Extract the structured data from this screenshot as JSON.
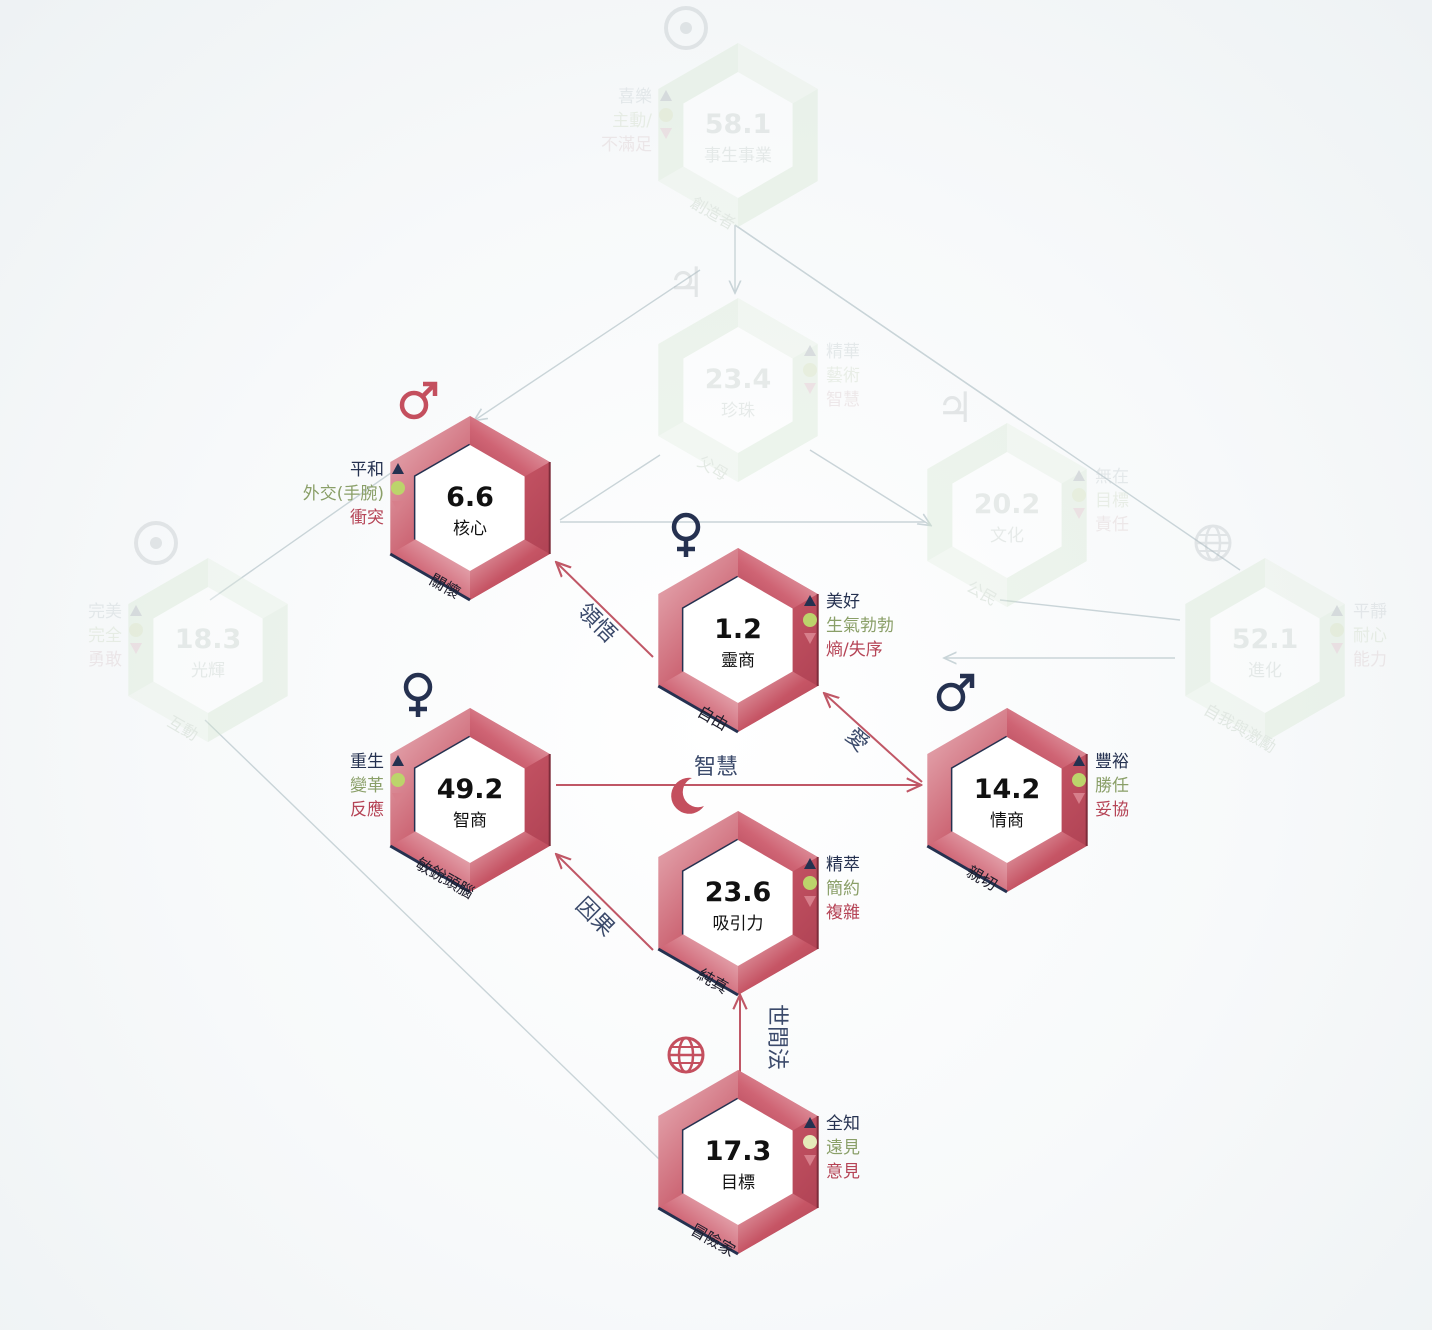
{
  "colors": {
    "frame": "#c44f5e",
    "frame_light": "#e6a9b1",
    "navy": "#253150",
    "green": "#8a9f68",
    "red": "#b54456",
    "dot_green": "#bcd46b",
    "dot_pale": "#e5ecb9",
    "arrow": "#c05766",
    "faded_green": "#d3e6cf",
    "faded_text": "#c3cdc7"
  },
  "nodes": [
    {
      "id": "core",
      "symbol": "mars",
      "value": "6.6",
      "name": "核心",
      "tag": "關懷",
      "side": {
        "up": "平和",
        "mid": "外交(手腕)",
        "down": "衝突"
      }
    },
    {
      "id": "spirit",
      "symbol": "venus",
      "value": "1.2",
      "name": "靈商",
      "tag": "自由",
      "side": {
        "up": "美好",
        "mid": "生氣勃勃",
        "down": "熵/失序"
      }
    },
    {
      "id": "iq",
      "symbol": "venus",
      "value": "49.2",
      "name": "智商",
      "tag": "敏銳頭腦",
      "side": {
        "up": "重生",
        "mid": "變革",
        "down": "反應"
      }
    },
    {
      "id": "eq",
      "symbol": "mars",
      "value": "14.2",
      "name": "情商",
      "tag": "親切",
      "side": {
        "up": "豐裕",
        "mid": "勝任",
        "down": "妥協"
      }
    },
    {
      "id": "attraction",
      "symbol": "moon",
      "value": "23.6",
      "name": "吸引力",
      "tag": "純真",
      "side": {
        "up": "精萃",
        "mid": "簡約",
        "down": "複雜"
      }
    },
    {
      "id": "goal",
      "symbol": "globe",
      "value": "17.3",
      "name": "目標",
      "tag": "冒險家",
      "side": {
        "up": "全知",
        "mid": "遠見",
        "down": "意見"
      }
    }
  ],
  "faded_nodes": [
    {
      "id": "career",
      "symbol": "target",
      "value": "58.1",
      "name": "事生事業",
      "tag": "創造者",
      "side": {
        "up": "喜樂",
        "mid": "主動/",
        "down": "不滿足"
      }
    },
    {
      "id": "pearl",
      "symbol": "jupiter",
      "value": "23.4",
      "name": "珍珠",
      "tag": "父母",
      "side": {
        "up": "精華",
        "mid": "藝術",
        "down": "智慧"
      }
    },
    {
      "id": "culture",
      "symbol": "jupiter",
      "value": "20.2",
      "name": "文化",
      "tag": "公民",
      "side": {
        "up": "無在",
        "mid": "目標",
        "down": "責任"
      }
    },
    {
      "id": "glory",
      "symbol": "target",
      "value": "18.3",
      "name": "光輝",
      "tag": "互動",
      "side": {
        "up": "完美",
        "mid": "完全",
        "down": "勇敢"
      }
    },
    {
      "id": "evolution",
      "symbol": "globe",
      "value": "52.1",
      "name": "進化",
      "tag": "自我與激勵",
      "side": {
        "up": "平靜",
        "mid": "耐心",
        "down": "能力"
      }
    }
  ],
  "edges": [
    {
      "id": "e1",
      "label": "領悟"
    },
    {
      "id": "e2",
      "label": "愛"
    },
    {
      "id": "e3",
      "label": "智慧"
    },
    {
      "id": "e4",
      "label": "因果"
    },
    {
      "id": "e5",
      "label": "世間法"
    }
  ]
}
